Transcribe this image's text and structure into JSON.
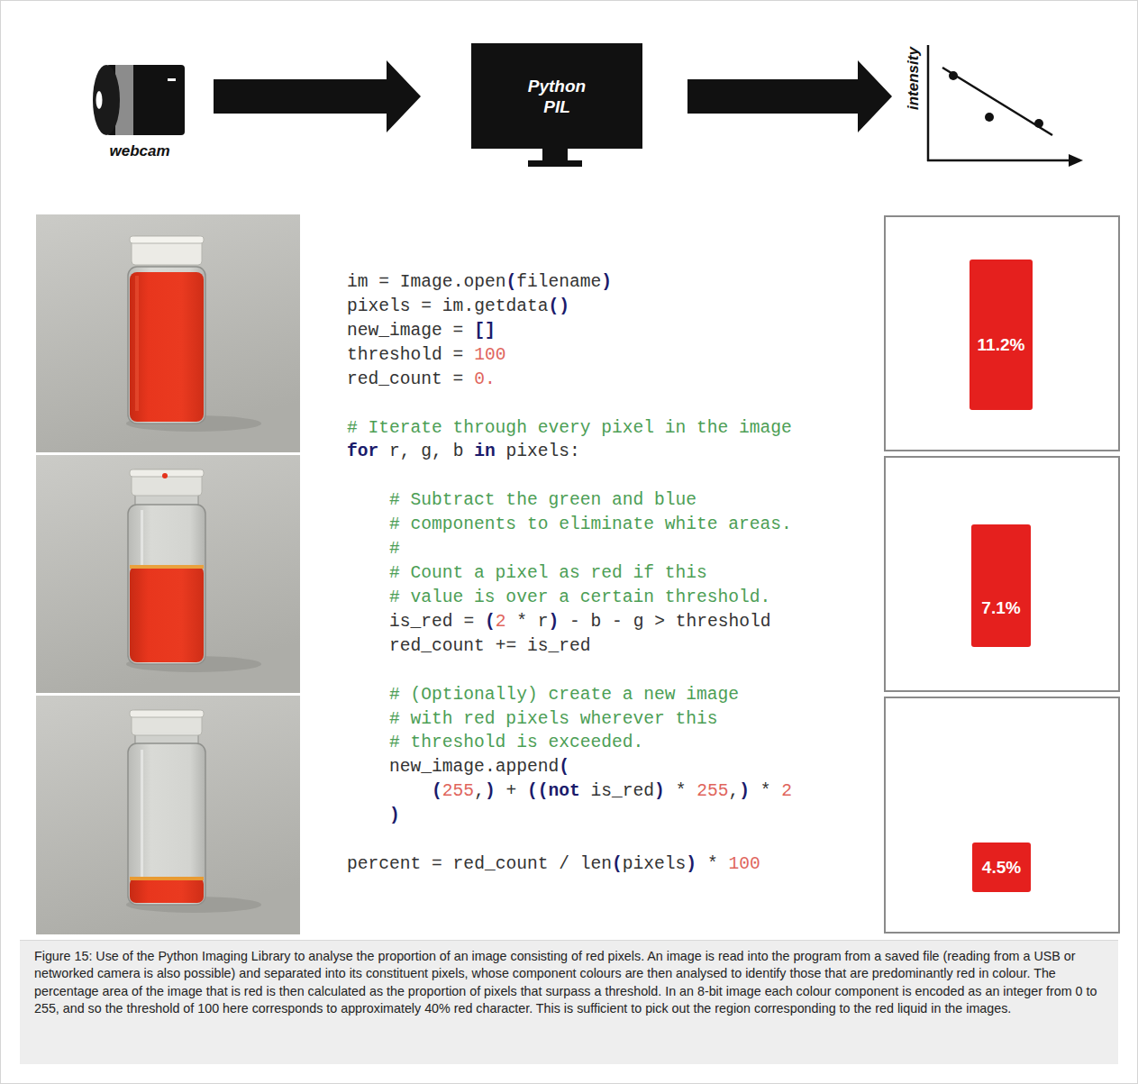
{
  "diagram": {
    "caption": "Figure 15: Use of the Python Imaging Library to analyse the proportion of an image consisting of red pixels. An image is read into the program from a saved file (reading from a USB or networked camera is also possible) and separated into its constituent pixels, whose component colours are then analysed to identify those that are predominantly red in colour. The percentage area of the image that is red is then calculated as the proportion of pixels that surpass a threshold. In an 8-bit image each colour component is encoded as an integer from 0 to 255, and so the threshold of 100 here corresponds to approximately 40% red character. This is sufficient to pick out the region corresponding to the red liquid in the images.",
    "nodes": [
      {
        "text": [
          "webcam"
        ]
      },
      {
        "text": [
          "Python PIL"
        ]
      },
      {
        "text": [
          "intensity"
        ]
      },
      {
        "text": [
          "11.2%"
        ]
      },
      {
        "text": [
          "7.1%"
        ]
      },
      {
        "text": [
          "4.5%"
        ]
      }
    ],
    "edges": [
      {
        "from": 0,
        "to": 1,
        "arrow": "to"
      },
      {
        "from": 1,
        "to": 2,
        "arrow": "to"
      }
    ],
    "labels": [
      "im = Image.open(filename)",
      "pixels = im.getdata()",
      "new_image = []",
      "threshold = 100",
      "red_count = 0.",
      "# Iterate through every pixel in the image",
      "for r, g, b in pixels:",
      "    # Subtract the green and blue",
      "    # components to eliminate white areas.",
      "    #",
      "    # Count a pixel as red if this",
      "    # value is over a certain threshold.",
      "    is_red = (2 * r) - b - g > threshold",
      "    red_count += is_red",
      "    # (Optionally) create a new image",
      "    # with red pixels wherever this",
      "    # threshold is exceeded.",
      "    new_image.append(",
      "        (255,) + ((not is_red) * 255,) * 2",
      "    )",
      "percent = red_count / len(pixels) * 100"
    ]
  }
}
